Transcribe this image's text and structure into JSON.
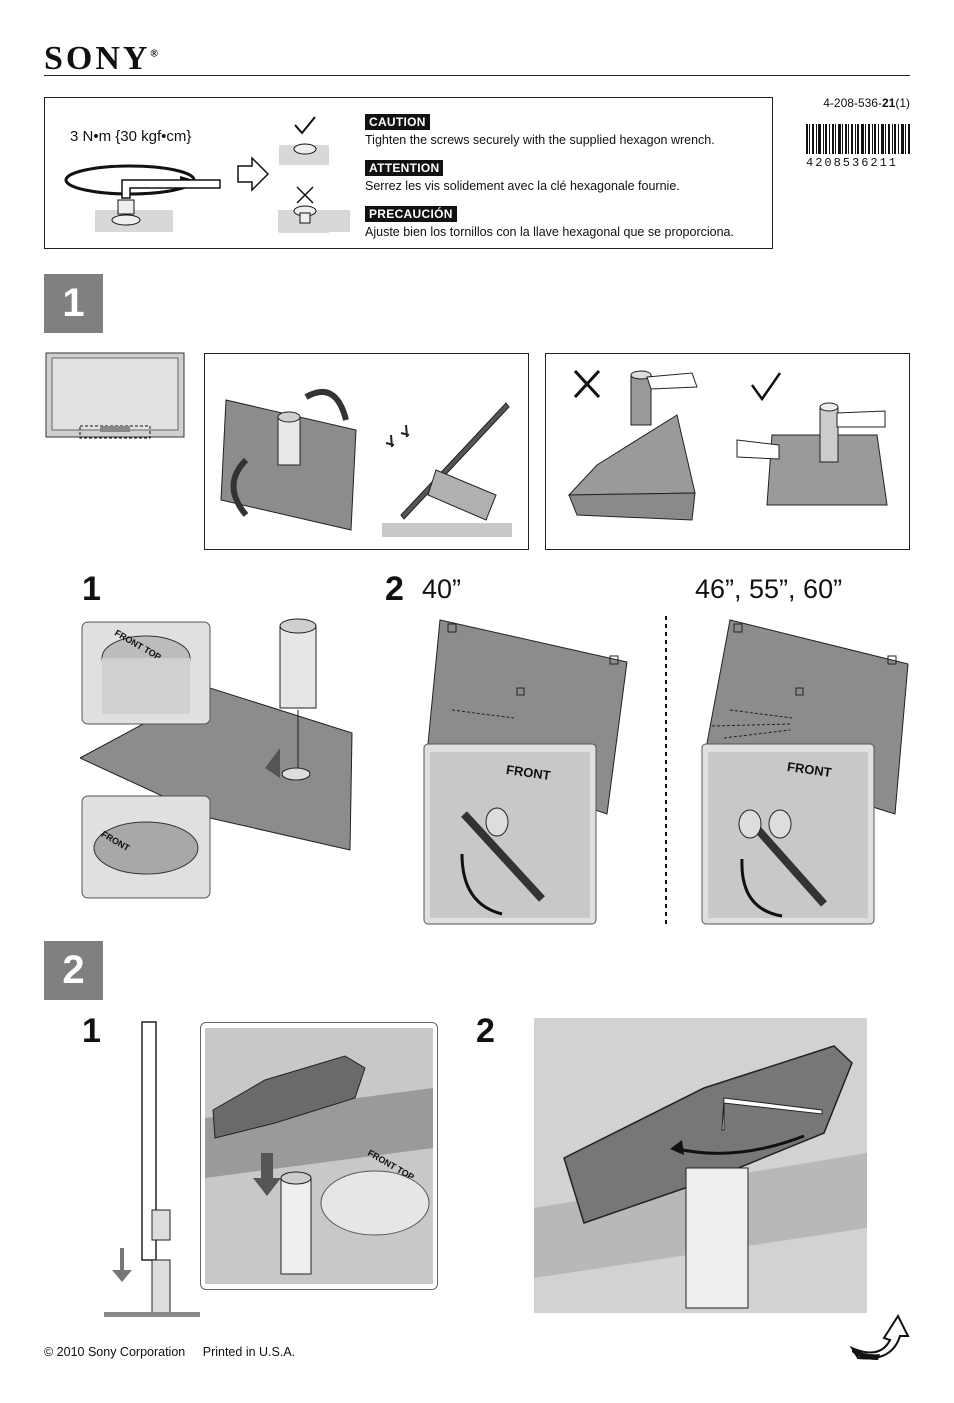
{
  "header": {
    "brand": "SONY",
    "trademark": "®",
    "part_number_prefix": "4-208-536-",
    "part_number_bold": "21",
    "part_number_suffix": "(1)",
    "barcode_number": "4208536211"
  },
  "caution_panel": {
    "torque": "3 N•m {30 kgf•cm}",
    "warnings": [
      {
        "label": "CAUTION",
        "text": "Tighten the screws securely with the supplied hexagon wrench."
      },
      {
        "label": "ATTENTION",
        "text": "Serrez les vis solidement avec la clé hexagonale fournie."
      },
      {
        "label": "PRECAUCIÓN",
        "text": "Ajuste bien los tornillos con la llave hexagonal que se proporciona."
      }
    ]
  },
  "section1": {
    "step": "1",
    "sub1": "1",
    "sub2": "2",
    "size_a": "40”",
    "size_b": "46”, 55”, 60”",
    "labels": {
      "front": "FRONT",
      "top": "TOP"
    }
  },
  "section2": {
    "step": "2",
    "sub1": "1",
    "sub2": "2",
    "labels": {
      "front": "FRONT",
      "top": "TOP"
    }
  },
  "footer": {
    "copyright": "© 2010 Sony Corporation",
    "printed": "Printed in U.S.A."
  }
}
